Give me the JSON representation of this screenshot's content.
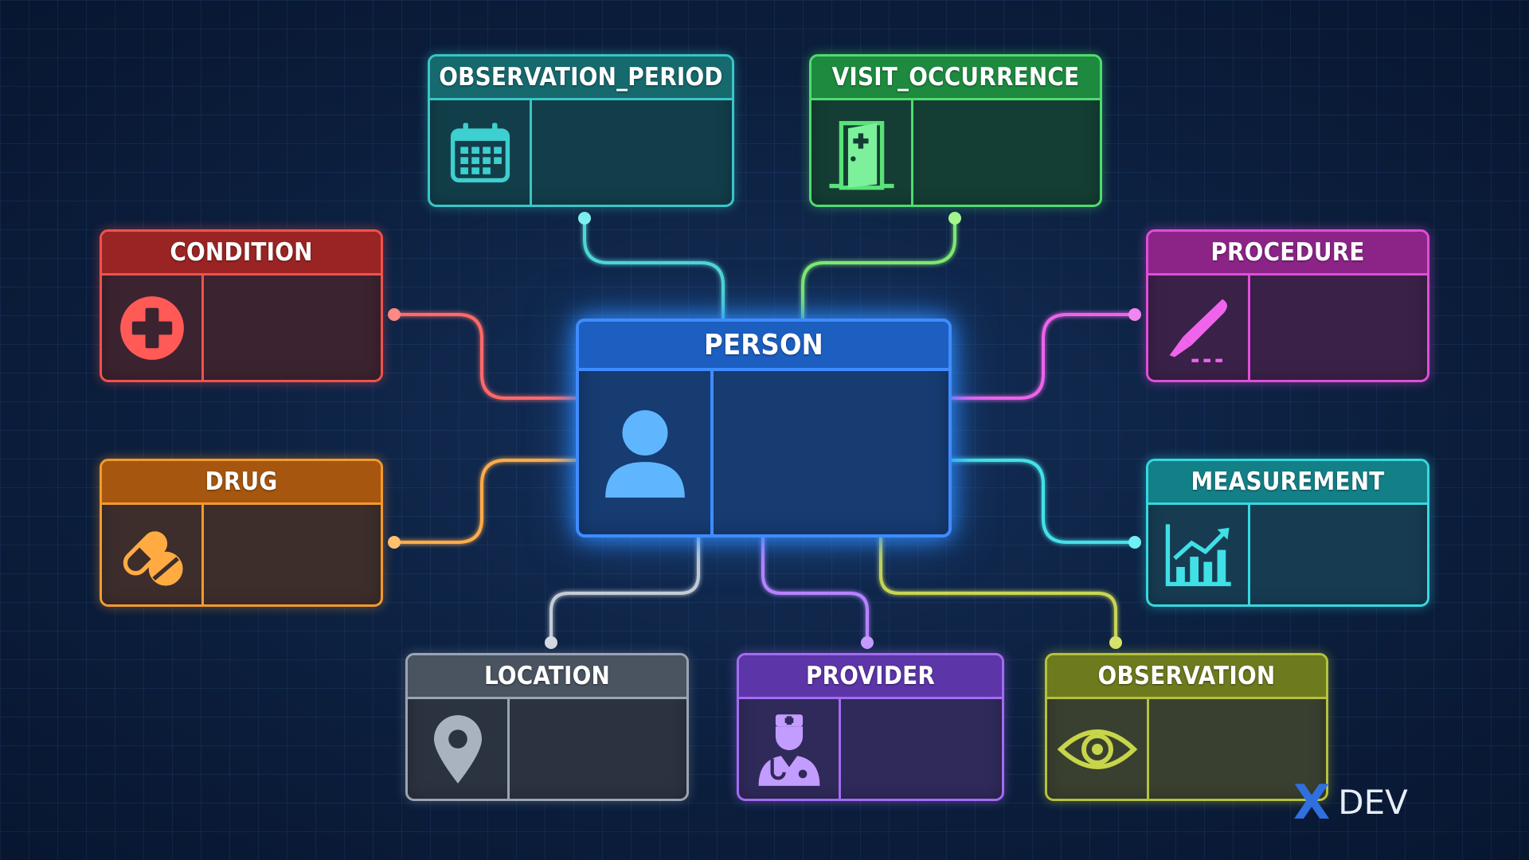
{
  "entities": {
    "person": {
      "label": "PERSON",
      "icon": "person-icon",
      "color": "#3f8cff"
    },
    "observation_period": {
      "label": "OBSERVATION_PERIOD",
      "icon": "calendar-icon",
      "color": "#39c6c6"
    },
    "visit_occurrence": {
      "label": "VISIT_OCCURRENCE",
      "icon": "hospital-door-icon",
      "color": "#4fdc6e"
    },
    "condition": {
      "label": "CONDITION",
      "icon": "medical-cross-icon",
      "color": "#f0524d"
    },
    "procedure": {
      "label": "PROCEDURE",
      "icon": "scalpel-icon",
      "color": "#e04ed8"
    },
    "drug": {
      "label": "DRUG",
      "icon": "pills-icon",
      "color": "#f39a2d"
    },
    "measurement": {
      "label": "MEASUREMENT",
      "icon": "chart-icon",
      "color": "#36d8e0"
    },
    "location": {
      "label": "LOCATION",
      "icon": "map-pin-icon",
      "color": "#aab4c0"
    },
    "provider": {
      "label": "PROVIDER",
      "icon": "doctor-icon",
      "color": "#a46bf2"
    },
    "observation": {
      "label": "OBSERVATION",
      "icon": "eye-icon",
      "color": "#b4c23c"
    }
  },
  "watermark": {
    "mark": "X",
    "text": "DEV"
  }
}
